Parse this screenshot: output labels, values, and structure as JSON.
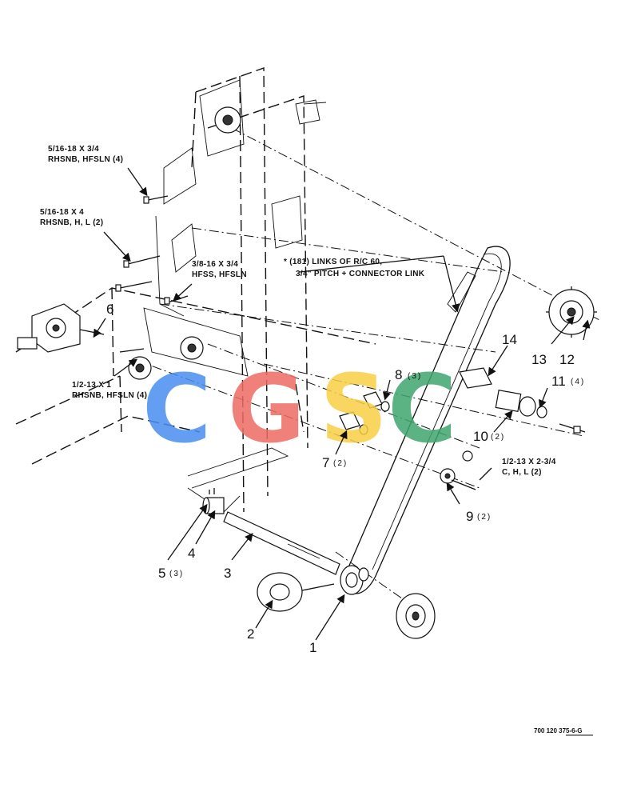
{
  "notes": {
    "n1_line1": "5/16-18 X 3/4",
    "n1_line2": "RHSNB, HFSLN (4)",
    "n2_line1": "5/16-18 X 4",
    "n2_line2": "RHSNB, H, L (2)",
    "n3_line1": "3/8-16 X 3/4",
    "n3_line2": "HFSS, HFSLN",
    "n4_line1": "* (181) LINKS OF R/C 60,",
    "n4_line2": "3/4\" PITCH + CONNECTOR LINK",
    "n5_line1": "1/2-13 X 1",
    "n5_line2": "RHSNB, HFSLN (4)",
    "n6_line1": "1/2-13 X 2-3/4",
    "n6_line2": "C, H, L (2)"
  },
  "callouts": {
    "c1": "1",
    "c2": "2",
    "c3": "3",
    "c4": "4",
    "c5": "5",
    "c5_qty": "(3)",
    "c6": "6",
    "c7": "7",
    "c7_qty": "(2)",
    "c8": "8",
    "c8_qty": "(3)",
    "c9": "9",
    "c9_qty": "(2)",
    "c10": "10",
    "c10_qty": "(2)",
    "c11": "11",
    "c11_qty": "(4)",
    "c12": "12",
    "c13": "13",
    "c14": "14"
  },
  "watermark": {
    "letters": [
      "C",
      "G",
      "S",
      "C"
    ],
    "colors": [
      "#4a8ef0",
      "#ee6b63",
      "#f7cf45",
      "#3fa56e"
    ]
  },
  "drawing_number": "700 120 375-6-G"
}
